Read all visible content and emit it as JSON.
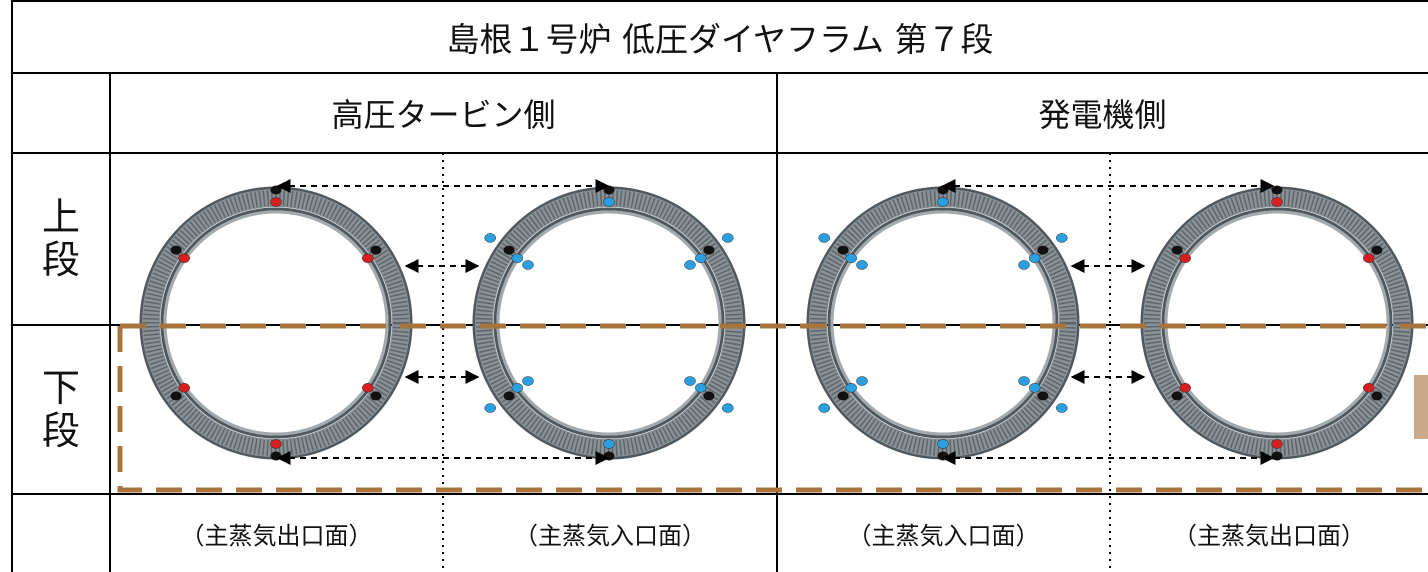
{
  "title": "島根１号炉 低圧ダイヤフラム 第７段",
  "sections": [
    "高圧タービン側",
    "発電機側"
  ],
  "rows": [
    {
      "label_line1": "上",
      "label_line2": "段"
    },
    {
      "label_line1": "下",
      "label_line2": "段"
    }
  ],
  "captions": [
    "（主蒸気出口面）",
    "（主蒸気入口面）",
    "（主蒸気入口面）",
    "（主蒸気出口面）"
  ],
  "colors": {
    "grid": "#000000",
    "ring": "#8a9296",
    "ring_dark": "#4f585d",
    "marker_black": "#111111",
    "marker_red": "#d62020",
    "marker_blue": "#2aa0e0",
    "dashed_box": "#a8743e",
    "tan_block": "#c9a98a"
  },
  "diagrams": [
    {
      "caption_index": 0,
      "marker_color": "red"
    },
    {
      "caption_index": 1,
      "marker_color": "blue"
    },
    {
      "caption_index": 2,
      "marker_color": "blue"
    },
    {
      "caption_index": 3,
      "marker_color": "red"
    }
  ]
}
